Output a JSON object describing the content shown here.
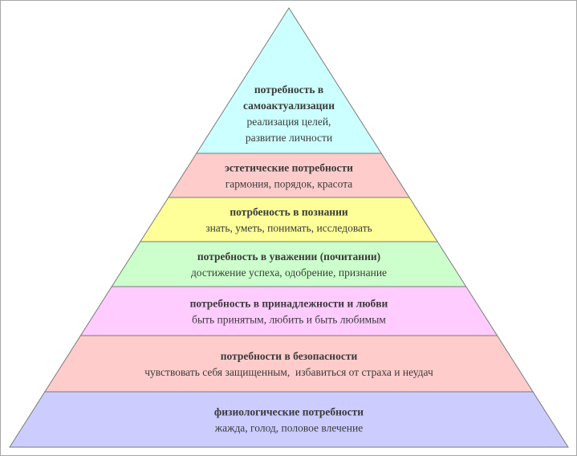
{
  "pyramid": {
    "levels": [
      {
        "id": "self-actualization",
        "title_lines": [
          "потребность в",
          "самоактуализации"
        ],
        "desc_lines": [
          "реализация целей,",
          "развитие личности"
        ],
        "fill": "#ccffff"
      },
      {
        "id": "aesthetic",
        "title_lines": [
          "эстетические потребности"
        ],
        "desc_lines": [
          "гармония, порядок, красота"
        ],
        "fill": "#ffcccc"
      },
      {
        "id": "cognitive",
        "title_lines": [
          "потрбеность в познании"
        ],
        "desc_lines": [
          "знать, уметь, понимать, исследовать"
        ],
        "fill": "#ffff99"
      },
      {
        "id": "esteem",
        "title_lines": [
          "потребность в уважении (почитании)"
        ],
        "desc_lines": [
          "достижение успеха, одобрение, признание"
        ],
        "fill": "#ccffcc"
      },
      {
        "id": "belonging",
        "title_lines": [
          "потребность в принадлежности и любви"
        ],
        "desc_lines": [
          "быть принятым, любить и быть любимым"
        ],
        "fill": "#ffccff"
      },
      {
        "id": "safety",
        "title_lines": [
          "потребности в безопасности"
        ],
        "desc_lines": [
          "чувствовать себя защищенным,  избавиться от страха и неудач"
        ],
        "fill": "#ffcccc"
      },
      {
        "id": "physiological",
        "title_lines": [
          "физиологические потребности"
        ],
        "desc_lines": [
          "жажда, голод, половое влечение"
        ],
        "fill": "#ccccff"
      }
    ],
    "outline_color": "#7a7a7a",
    "text_color": "#3b3b3b"
  }
}
